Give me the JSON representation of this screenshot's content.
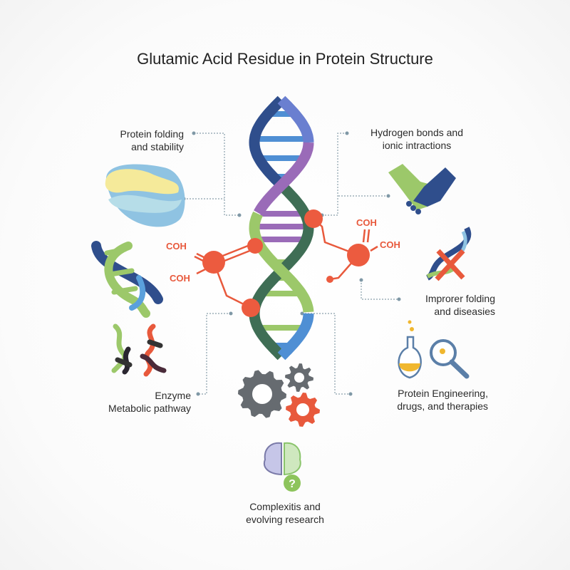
{
  "title": "Glutamic Acid Residue in Protein Structure",
  "labels": {
    "protein_folding": [
      "Protein folding",
      "and stability"
    ],
    "hydrogen_bonds": [
      "Hydrogen bonds and",
      "ionic intractions"
    ],
    "improper_folding": [
      "Improrer folding",
      "and diseasies"
    ],
    "enzyme": [
      "Enzyme",
      "Metabolic pathway"
    ],
    "engineering": [
      "Protein Engineering,",
      "drugs, and therapies"
    ],
    "complexity": [
      "Complexitis and",
      "evolving research"
    ]
  },
  "molecule": {
    "groups": [
      "COH",
      "COH",
      "COH",
      "COH"
    ],
    "question_mark": "?"
  },
  "colors": {
    "accent_red": "#e8593c",
    "blue": "#4f8fd4",
    "navy": "#2f4e8c",
    "purple": "#9a6bb8",
    "green": "#9cc86a",
    "dark_green": "#3f6e55",
    "gear_gray": "#666b70",
    "connector": "#8aa0ac"
  }
}
